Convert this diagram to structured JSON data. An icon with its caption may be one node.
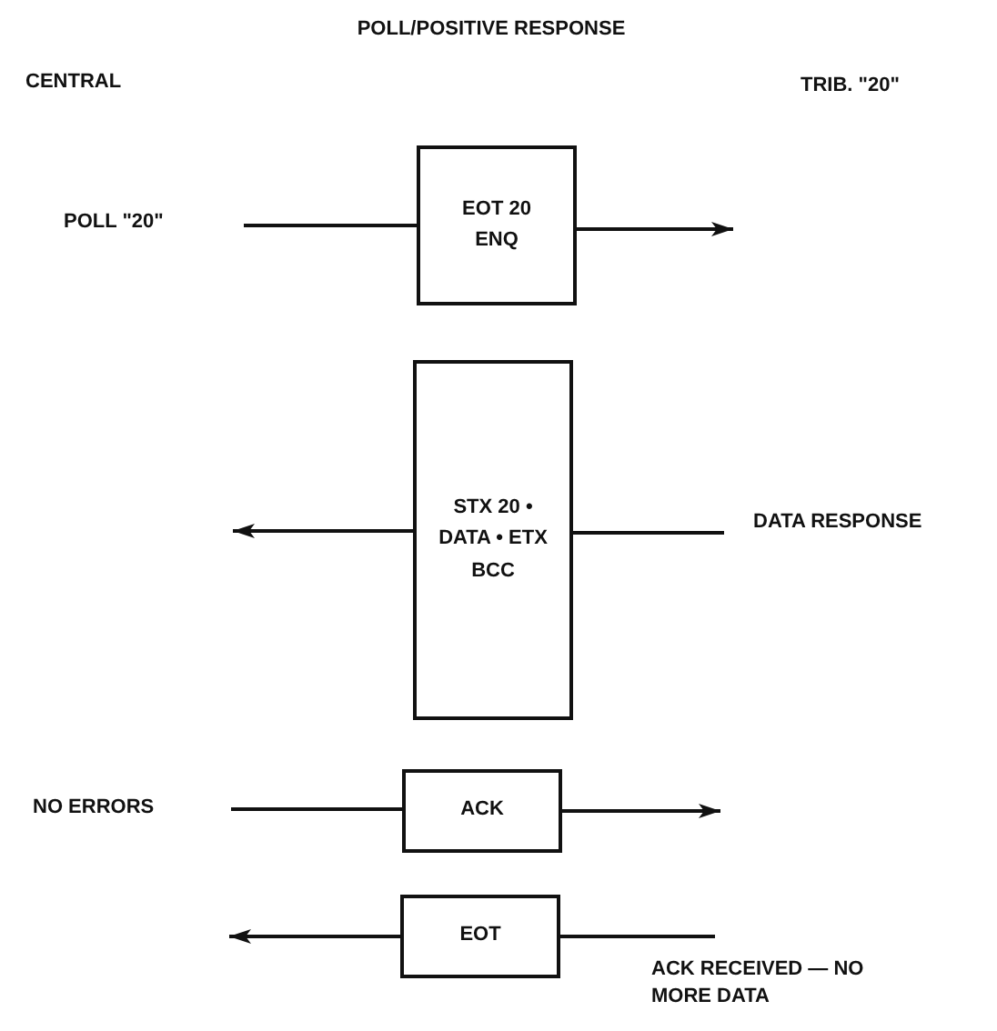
{
  "diagram": {
    "title": "POLL/POSITIVE RESPONSE",
    "nodes": [
      {
        "text": [
          "POLL \"20\""
        ]
      },
      {
        "text": [
          "EOT 20 ENQ"
        ]
      },
      {
        "text": [
          "STX 20 • DATA • ETX BCC"
        ]
      },
      {
        "text": [
          "DATA RESPONSE"
        ]
      },
      {
        "text": [
          "NO ERRORS"
        ]
      },
      {
        "text": [
          "ACK"
        ]
      },
      {
        "text": [
          "EOT"
        ]
      }
    ],
    "edges": [
      {
        "from": 0,
        "to": 1,
        "arrow": "none"
      },
      {
        "from": 1,
        "to": null,
        "arrow": "to"
      },
      {
        "from": 3,
        "to": 2,
        "arrow": "none"
      },
      {
        "from": 2,
        "to": null,
        "arrow": "to"
      },
      {
        "from": 4,
        "to": 5,
        "arrow": "none"
      },
      {
        "from": 5,
        "to": null,
        "arrow": "to"
      },
      {
        "from": null,
        "to": 6,
        "arrow": "none"
      },
      {
        "from": 6,
        "to": null,
        "arrow": "to"
      }
    ],
    "labels": [
      "CENTRAL",
      "TRIB. \"20\"",
      "ACK RECEIVED — NO MORE DATA"
    ]
  }
}
